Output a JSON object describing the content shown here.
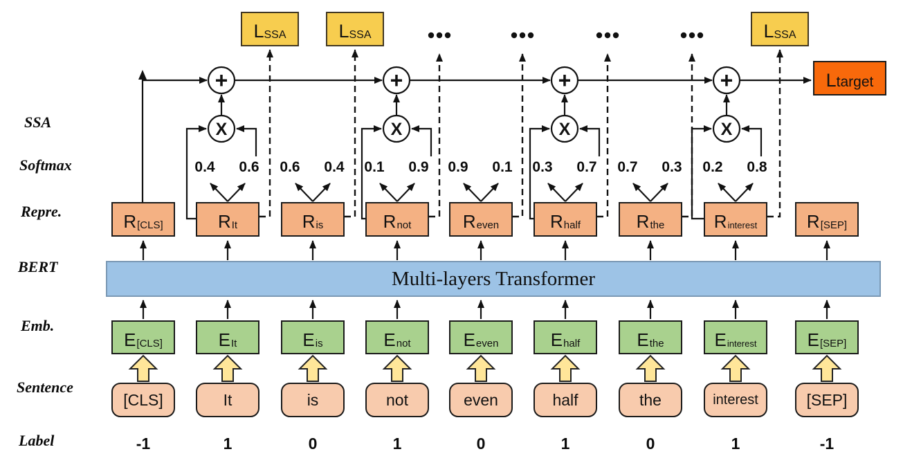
{
  "figure": {
    "row_labels": {
      "ssa": "SSA",
      "softmax": "Softmax",
      "repre": "Repre.",
      "bert": "BERT",
      "emb": "Emb.",
      "sentence": "Sentence",
      "label": "Label"
    },
    "bert_box_label": "Multi-layers Transformer",
    "loss": {
      "ssa_main": "L",
      "ssa_sub": "SSA",
      "target_main": "L",
      "target_sub": "target"
    },
    "gate": {
      "plus": "+",
      "times": "X"
    },
    "icons": {
      "ellipsis": "three-dots",
      "plus_node": "add-circle",
      "times_node": "multiply-circle",
      "block_arrow": "up-block-arrow"
    },
    "columns": [
      {
        "token": "[CLS]",
        "repre_main": "R",
        "repre_sub": "[CLS]",
        "emb_main": "E",
        "emb_sub": "[CLS]",
        "label": "-1"
      },
      {
        "token": "It",
        "repre_main": "R",
        "repre_sub": "It",
        "emb_main": "E",
        "emb_sub": "It",
        "label": "1",
        "softmax_left": "0.4",
        "softmax_right": "0.6"
      },
      {
        "token": "is",
        "repre_main": "R",
        "repre_sub": "is",
        "emb_main": "E",
        "emb_sub": "is",
        "label": "0",
        "softmax_left": "0.6",
        "softmax_right": "0.4"
      },
      {
        "token": "not",
        "repre_main": "R",
        "repre_sub": "not",
        "emb_main": "E",
        "emb_sub": "not",
        "label": "1",
        "softmax_left": "0.1",
        "softmax_right": "0.9"
      },
      {
        "token": "even",
        "repre_main": "R",
        "repre_sub": "even",
        "emb_main": "E",
        "emb_sub": "even",
        "label": "0",
        "softmax_left": "0.9",
        "softmax_right": "0.1"
      },
      {
        "token": "half",
        "repre_main": "R",
        "repre_sub": "half",
        "emb_main": "E",
        "emb_sub": "half",
        "label": "1",
        "softmax_left": "0.3",
        "softmax_right": "0.7"
      },
      {
        "token": "the",
        "repre_main": "R",
        "repre_sub": "the",
        "emb_main": "E",
        "emb_sub": "the",
        "label": "0",
        "softmax_left": "0.7",
        "softmax_right": "0.3"
      },
      {
        "token": "interest",
        "repre_main": "R",
        "repre_sub": "interest",
        "emb_main": "E",
        "emb_sub": "interest",
        "label": "1",
        "softmax_left": "0.2",
        "softmax_right": "0.8"
      },
      {
        "token": "[SEP]",
        "repre_main": "R",
        "repre_sub": "[SEP]",
        "emb_main": "E",
        "emb_sub": "[SEP]",
        "label": "-1"
      }
    ],
    "colors": {
      "repre_box": "#F4B183",
      "emb_box": "#A9D18E",
      "sentence_box": "#F8CBAD",
      "bert_bar": "#9DC3E6",
      "loss_ssa_box": "#F7CD4F",
      "loss_target_box": "#F8690B",
      "block_arrow": "#FFE699",
      "line": "#111111"
    }
  }
}
